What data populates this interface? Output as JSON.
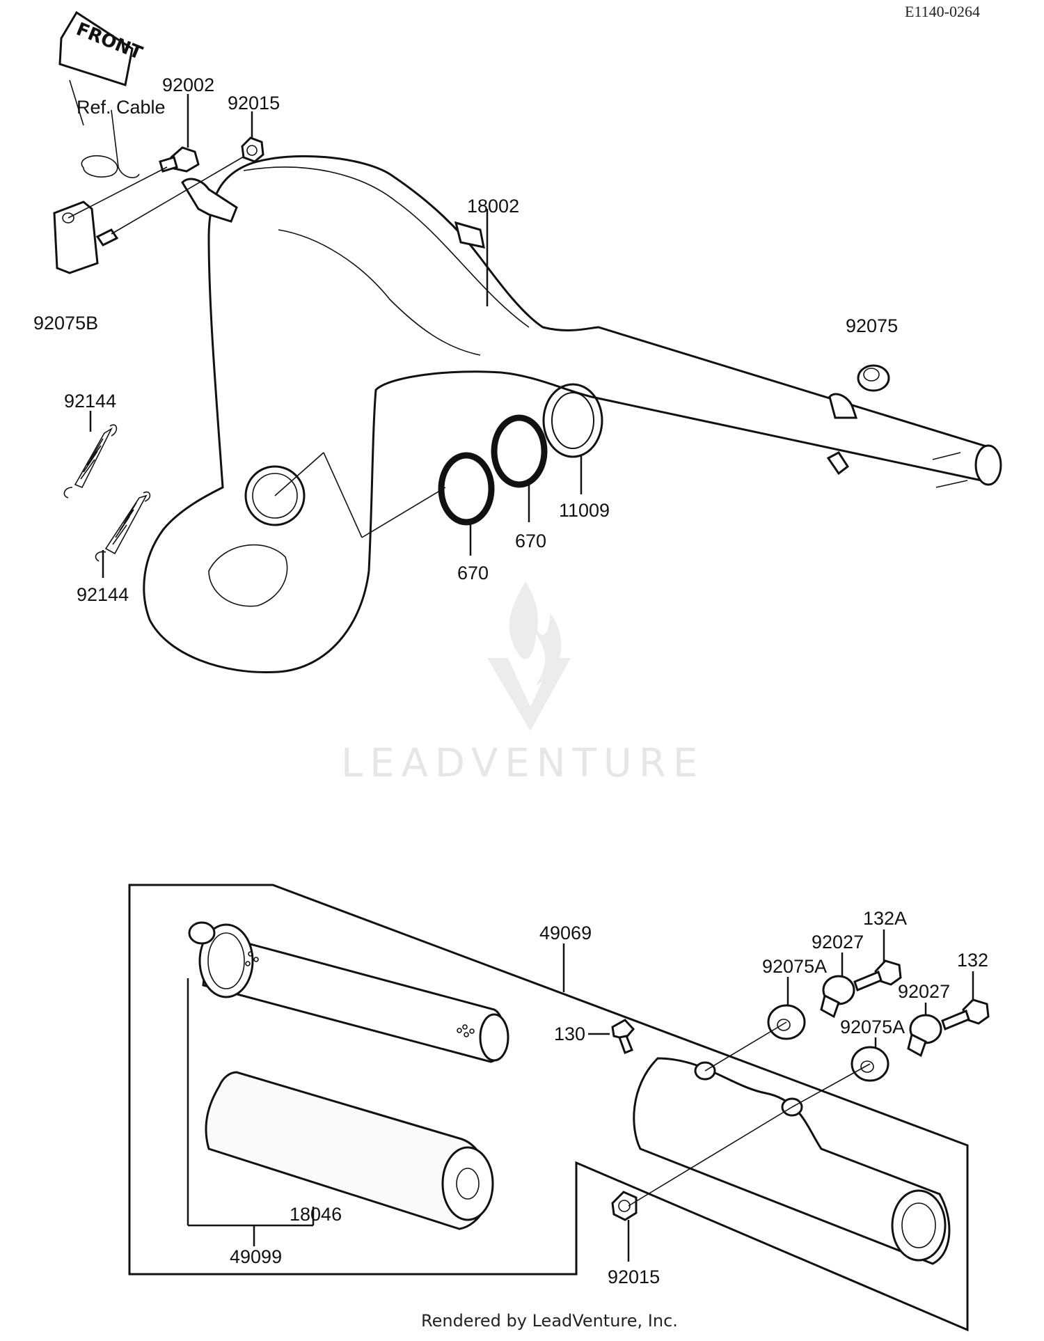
{
  "document_code": "E1140-0264",
  "front_sign": "FRONT",
  "ref_note": "Ref. Cable",
  "labels": {
    "p92002": "92002",
    "p92015_top": "92015",
    "p18002": "18002",
    "p92075b": "92075B",
    "p92075": "92075",
    "p92144_a": "92144",
    "p92144_b": "92144",
    "p11009": "11009",
    "p670_a": "670",
    "p670_b": "670",
    "p49069": "49069",
    "p132a": "132A",
    "p92027_a": "92027",
    "p92075a_a": "92075A",
    "p132": "132",
    "p92027_b": "92027",
    "p92075a_b": "92075A",
    "p130": "130",
    "p18046": "18046",
    "p49099": "49099",
    "p92015_bottom": "92015"
  },
  "watermark": "LEADVENTURE",
  "footer": "Rendered by LeadVenture, Inc."
}
